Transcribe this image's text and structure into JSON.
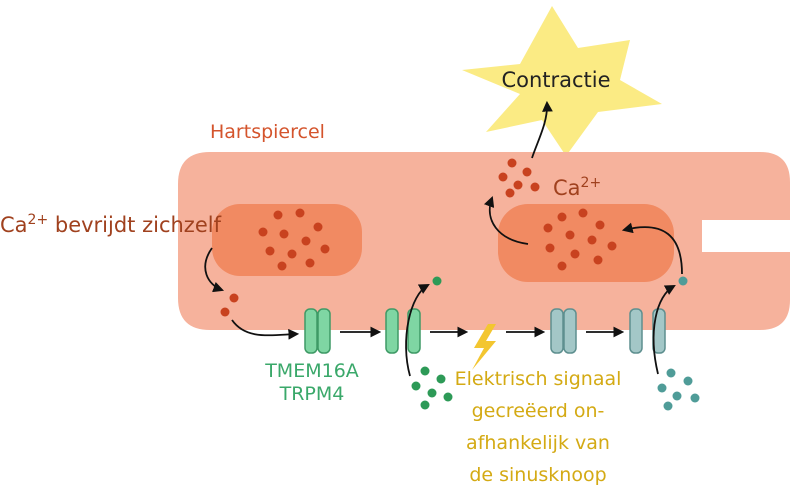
{
  "labels": {
    "contraction": "Contractie",
    "cell": "Hartspiercel",
    "calcium_release_prefix": "Ca",
    "calcium_release_sup": "2+",
    "calcium_release_suffix": " bevrijdt zichzelf",
    "calcium_prefix": "Ca",
    "calcium_sup": "2+",
    "channel_line1": "TMEM16A",
    "channel_line2": "TRPM4",
    "signal_line1": "Elektrisch signaal",
    "signal_line2": "gecreëerd on-",
    "signal_line3": "afhankelijk van",
    "signal_line4": "de sinusknoop"
  },
  "colors": {
    "cell_fill": "#f6b29c",
    "store_fill": "#f18a62",
    "calcium_dot": "#c8421f",
    "burst_fill": "#fbeb84",
    "green_channel": "#7fd6a3",
    "teal_channel": "#a3c7c7",
    "green_ion": "#2d9a57",
    "teal_ion": "#4f9c98",
    "lightning": "#f3c630",
    "calcium_text": "#a0411e",
    "cell_text": "#d4542c",
    "channel_text": "#3aa86a",
    "signal_text": "#d4aa14"
  }
}
